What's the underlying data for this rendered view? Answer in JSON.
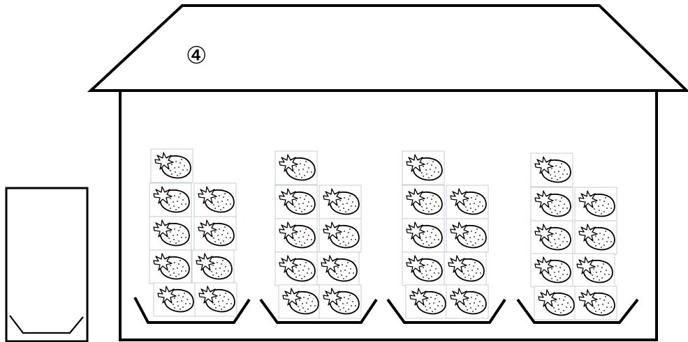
{
  "house": {
    "label": "④"
  },
  "baskets": [
    {
      "name": "basket-1",
      "strawberries": 9
    },
    {
      "name": "basket-2",
      "strawberries": 9
    },
    {
      "name": "basket-3",
      "strawberries": 9
    },
    {
      "name": "basket-4",
      "strawberries": 9
    }
  ],
  "bag": {
    "strawberries": 0
  },
  "colors": {
    "line": "#000000",
    "background": "#ffffff",
    "tile_border": "#b9c3d2"
  }
}
